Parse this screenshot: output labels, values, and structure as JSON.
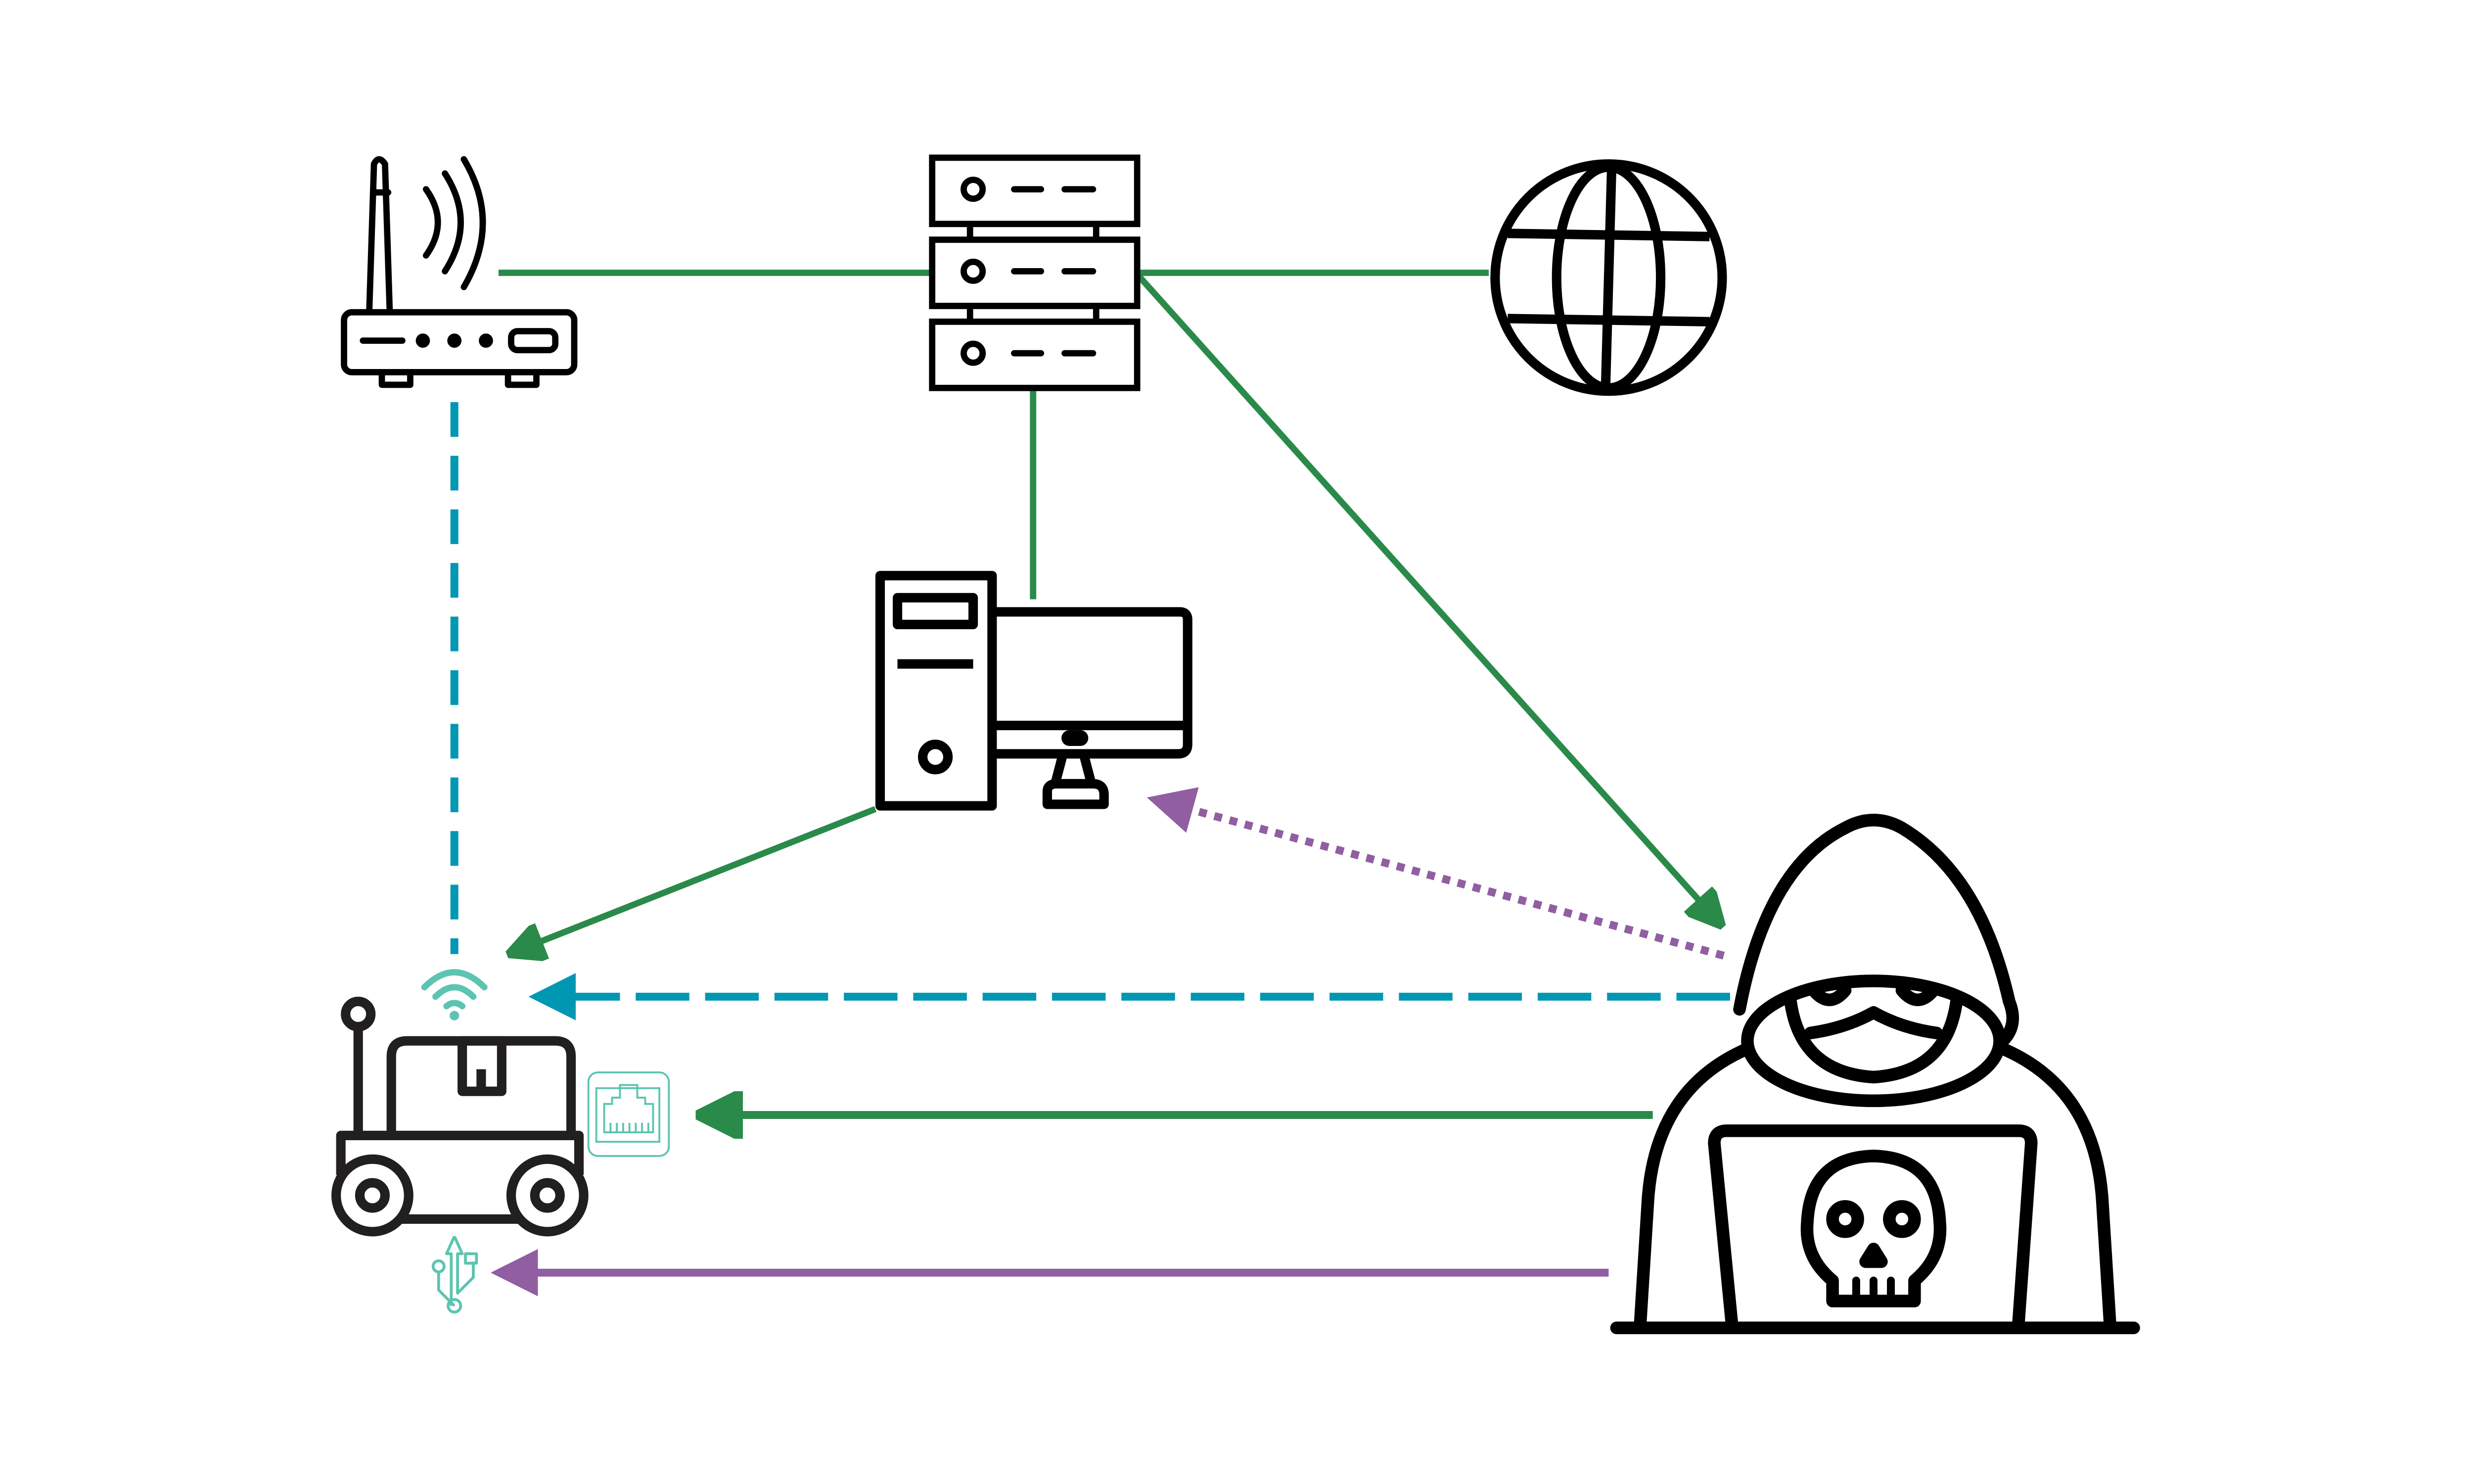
{
  "colors": {
    "wired_link": "#2a8a4a",
    "wireless_link": "#0097b2",
    "physical_link": "#915ea2",
    "interface_icons": "#5cc4b0",
    "icon_stroke": "#000000",
    "background": "#ffffff"
  },
  "nodes": [
    {
      "id": "router",
      "icon": "wifi-router-icon"
    },
    {
      "id": "server",
      "icon": "server-rack-icon"
    },
    {
      "id": "internet",
      "icon": "globe-icon"
    },
    {
      "id": "workstation",
      "icon": "desktop-computer-icon"
    },
    {
      "id": "robot",
      "icon": "delivery-robot-icon"
    },
    {
      "id": "attacker",
      "icon": "hooded-hacker-laptop-icon"
    }
  ],
  "interfaces": [
    {
      "id": "wifi",
      "icon": "wifi-icon"
    },
    {
      "id": "ethernet",
      "icon": "ethernet-port-icon"
    },
    {
      "id": "usb",
      "icon": "usb-icon"
    }
  ],
  "edges": [
    {
      "from": "router",
      "to": "server",
      "style": "solid",
      "color": "wired_link",
      "arrow": false
    },
    {
      "from": "server",
      "to": "internet",
      "style": "solid",
      "color": "wired_link",
      "arrow": false
    },
    {
      "from": "server",
      "to": "workstation",
      "style": "solid",
      "color": "wired_link",
      "arrow": false
    },
    {
      "from": "server",
      "to": "attacker",
      "style": "solid",
      "color": "wired_link",
      "arrow": true
    },
    {
      "from": "workstation",
      "to": "robot",
      "style": "solid",
      "color": "wired_link",
      "arrow": true
    },
    {
      "from": "router",
      "to": "robot",
      "style": "dashed",
      "color": "wireless_link",
      "arrow": false
    },
    {
      "from": "attacker",
      "to": "robot",
      "style": "dashed",
      "color": "wireless_link",
      "arrow": true,
      "via": "wifi"
    },
    {
      "from": "attacker",
      "to": "workstation",
      "style": "dotted",
      "color": "physical_link",
      "arrow": true
    },
    {
      "from": "attacker",
      "to": "robot",
      "style": "solid",
      "color": "wired_link",
      "arrow": true,
      "via": "ethernet"
    },
    {
      "from": "attacker",
      "to": "robot",
      "style": "solid",
      "color": "physical_link",
      "arrow": true,
      "via": "usb"
    }
  ]
}
